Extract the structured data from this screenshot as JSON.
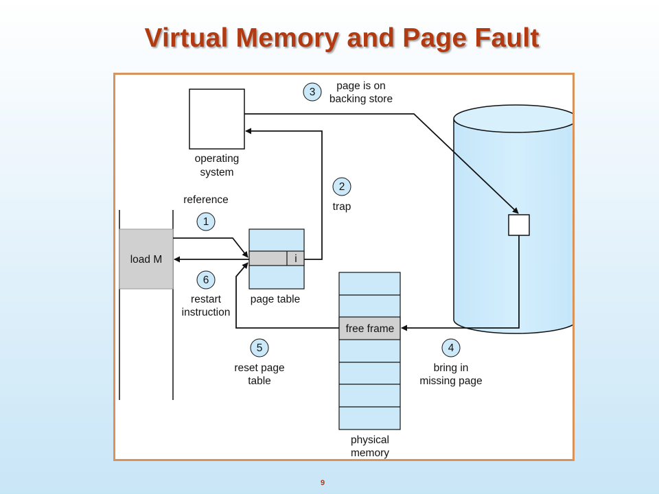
{
  "slide": {
    "title": "Virtual Memory and Page Fault",
    "page_number": "9"
  },
  "diagram": {
    "operating_system": {
      "line1": "operating",
      "line2": "system"
    },
    "instruction": "load M",
    "page_table": {
      "label": "page table",
      "bit": "i"
    },
    "physical_memory": {
      "line1": "physical",
      "line2": "memory",
      "free_frame": "free frame"
    },
    "steps": [
      {
        "number": "1",
        "lines": [
          "reference"
        ]
      },
      {
        "number": "2",
        "lines": [
          "trap"
        ]
      },
      {
        "number": "3",
        "lines": [
          "page is on",
          "backing store"
        ]
      },
      {
        "number": "4",
        "lines": [
          "bring in",
          "missing page"
        ]
      },
      {
        "number": "5",
        "lines": [
          "reset page",
          "table"
        ]
      },
      {
        "number": "6",
        "lines": [
          "restart",
          "instruction"
        ]
      }
    ],
    "colors": {
      "title": "#b23a10",
      "frame_border": "#d9925a",
      "light_blue": "#cce9fa",
      "gray": "#d0d0d0",
      "cylinder": "#cce9fa"
    }
  }
}
